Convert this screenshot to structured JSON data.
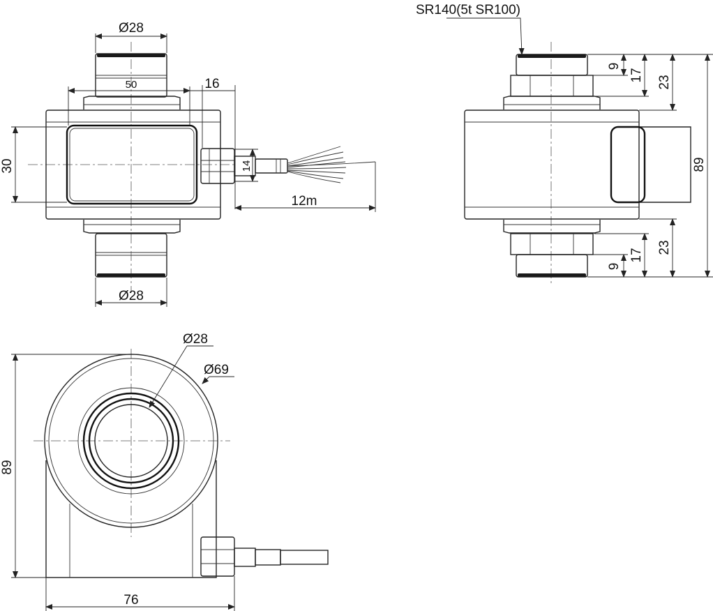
{
  "front_view": {
    "top_dia": "Ø28",
    "body_width": "50",
    "cable_gland_length": "16",
    "body_height": "30",
    "gland_dia": "14",
    "cable_length": "12m",
    "bottom_dia": "Ø28"
  },
  "side_view": {
    "sphere_radius": "SR140(5t SR100)",
    "top_h1": "9",
    "top_h2": "17",
    "top_h3": "23",
    "total_height": "89",
    "bot_h1": "17",
    "bot_h2": "23",
    "bot_h3": "9"
  },
  "top_view": {
    "inner_dia": "Ø28",
    "outer_dia": "Ø69",
    "height": "89",
    "width": "76"
  }
}
